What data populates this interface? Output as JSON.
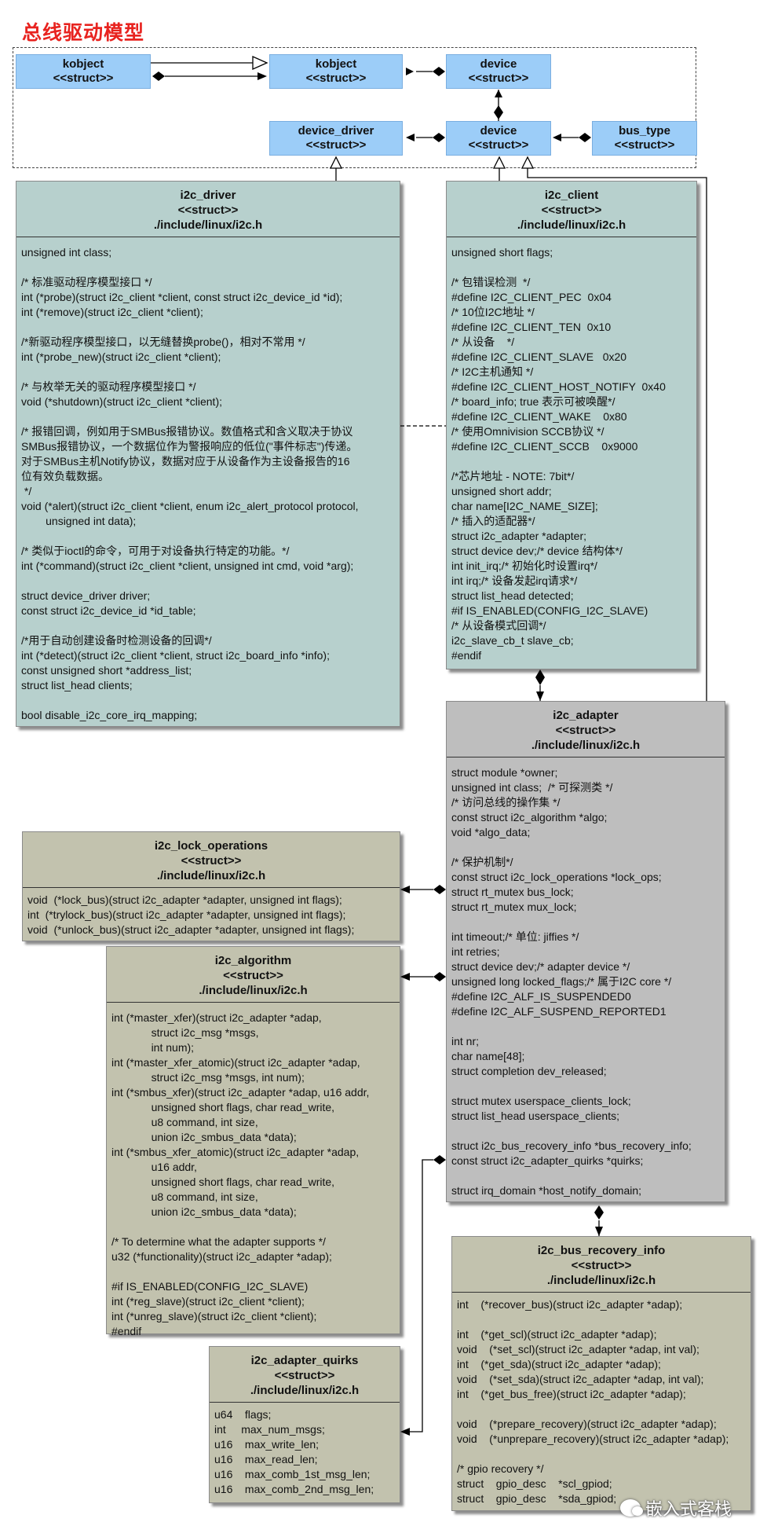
{
  "title": "总线驱动模型",
  "model_boxes": [
    {
      "name": "kobject",
      "stereo": "<<struct>>"
    },
    {
      "name": "kobject",
      "stereo": "<<struct>>"
    },
    {
      "name": "device",
      "stereo": "<<struct>>"
    },
    {
      "name": "device_driver",
      "stereo": "<<struct>>"
    },
    {
      "name": "device",
      "stereo": "<<struct>>"
    },
    {
      "name": "bus_type",
      "stereo": "<<struct>>"
    }
  ],
  "i2c_driver": {
    "name": "i2c_driver",
    "stereo": "<<struct>>",
    "path": "./include/linux/i2c.h",
    "lines": [
      "unsigned int class;",
      "",
      "/* 标准驱动程序模型接口 */",
      "int (*probe)(struct i2c_client *client, const struct i2c_device_id *id);",
      "int (*remove)(struct i2c_client *client);",
      "",
      "/*新驱动程序模型接口，以无缝替换probe()，相对不常用 */",
      "int (*probe_new)(struct i2c_client *client);",
      "",
      "/* 与枚举无关的驱动程序模型接口 */",
      "void (*shutdown)(struct i2c_client *client);",
      "",
      "/* 报错回调，例如用于SMBus报错协议。数值格式和含义取决于协议",
      "SMBus报错协议，一个数据位作为警报响应的低位(\"事件标志\")传递。",
      "对于SMBus主机Notify协议，数据对应于从设备作为主设备报告的16",
      "位有效负载数据。",
      " */",
      "void (*alert)(struct i2c_client *client, enum i2c_alert_protocol protocol,",
      "        unsigned int data);",
      "",
      "/* 类似于ioctl的命令，可用于对设备执行特定的功能。*/",
      "int (*command)(struct i2c_client *client, unsigned int cmd, void *arg);",
      "",
      "struct device_driver driver;",
      "const struct i2c_device_id *id_table;",
      "",
      "/*用于自动创建设备时检测设备的回调*/",
      "int (*detect)(struct i2c_client *client, struct i2c_board_info *info);",
      "const unsigned short *address_list;",
      "struct list_head clients;",
      "",
      "bool disable_i2c_core_irq_mapping;"
    ]
  },
  "i2c_client": {
    "name": "i2c_client",
    "stereo": "<<struct>>",
    "path": "./include/linux/i2c.h",
    "lines": [
      "unsigned short flags;",
      "",
      "/* 包错误检测  */",
      "#define I2C_CLIENT_PEC  0x04",
      "/* 10位I2C地址 */",
      "#define I2C_CLIENT_TEN  0x10",
      "/* 从设备    */",
      "#define I2C_CLIENT_SLAVE   0x20",
      "/* I2C主机通知 */",
      "#define I2C_CLIENT_HOST_NOTIFY  0x40",
      "/* board_info; true 表示可被唤醒*/",
      "#define I2C_CLIENT_WAKE    0x80",
      "/* 使用Omnivision SCCB协议 */",
      "#define I2C_CLIENT_SCCB    0x9000",
      "",
      "/*芯片地址 - NOTE: 7bit*/",
      "unsigned short addr;",
      "char name[I2C_NAME_SIZE];",
      "/* 插入的适配器*/",
      "struct i2c_adapter *adapter;",
      "struct device dev;/* device 结构体*/",
      "int init_irq;/* 初始化时设置irq*/",
      "int irq;/* 设备发起irq请求*/",
      "struct list_head detected;",
      "#if IS_ENABLED(CONFIG_I2C_SLAVE)",
      "/* 从设备模式回调*/",
      "i2c_slave_cb_t slave_cb;",
      "#endif"
    ]
  },
  "i2c_adapter": {
    "name": "i2c_adapter",
    "stereo": "<<struct>>",
    "path": "./include/linux/i2c.h",
    "lines": [
      "struct module *owner;",
      "unsigned int class;  /* 可探测类 */",
      "/* 访问总线的操作集 */",
      "const struct i2c_algorithm *algo;",
      "void *algo_data;",
      "",
      "/* 保护机制*/",
      "const struct i2c_lock_operations *lock_ops;",
      "struct rt_mutex bus_lock;",
      "struct rt_mutex mux_lock;",
      "",
      "int timeout;/* 单位: jiffies */",
      "int retries;",
      "struct device dev;/* adapter device */",
      "unsigned long locked_flags;/* 属于I2C core */",
      "#define I2C_ALF_IS_SUSPENDED0",
      "#define I2C_ALF_SUSPEND_REPORTED1",
      "",
      "int nr;",
      "char name[48];",
      "struct completion dev_released;",
      "",
      "struct mutex userspace_clients_lock;",
      "struct list_head userspace_clients;",
      "",
      "struct i2c_bus_recovery_info *bus_recovery_info;",
      "const struct i2c_adapter_quirks *quirks;",
      "",
      "struct irq_domain *host_notify_domain;"
    ]
  },
  "i2c_lock_operations": {
    "name": "i2c_lock_operations",
    "stereo": "<<struct>>",
    "path": "./include/linux/i2c.h",
    "lines": [
      "void  (*lock_bus)(struct i2c_adapter *adapter, unsigned int flags);",
      "int  (*trylock_bus)(struct i2c_adapter *adapter, unsigned int flags);",
      "void  (*unlock_bus)(struct i2c_adapter *adapter, unsigned int flags);"
    ]
  },
  "i2c_algorithm": {
    "name": "i2c_algorithm",
    "stereo": "<<struct>>",
    "path": "./include/linux/i2c.h",
    "lines": [
      "int (*master_xfer)(struct i2c_adapter *adap,",
      "             struct i2c_msg *msgs,",
      "             int num);",
      "int (*master_xfer_atomic)(struct i2c_adapter *adap,",
      "             struct i2c_msg *msgs, int num);",
      "int (*smbus_xfer)(struct i2c_adapter *adap, u16 addr,",
      "             unsigned short flags, char read_write,",
      "             u8 command, int size,",
      "             union i2c_smbus_data *data);",
      "int (*smbus_xfer_atomic)(struct i2c_adapter *adap,",
      "             u16 addr,",
      "             unsigned short flags, char read_write,",
      "             u8 command, int size,",
      "             union i2c_smbus_data *data);",
      "",
      "/* To determine what the adapter supports */",
      "u32 (*functionality)(struct i2c_adapter *adap);",
      "",
      "#if IS_ENABLED(CONFIG_I2C_SLAVE)",
      "int (*reg_slave)(struct i2c_client *client);",
      "int (*unreg_slave)(struct i2c_client *client);",
      "#endif"
    ]
  },
  "i2c_adapter_quirks": {
    "name": "i2c_adapter_quirks",
    "stereo": "<<struct>>",
    "path": "./include/linux/i2c.h",
    "lines": [
      "u64    flags;",
      "int     max_num_msgs;",
      "u16    max_write_len;",
      "u16    max_read_len;",
      "u16    max_comb_1st_msg_len;",
      "u16    max_comb_2nd_msg_len;"
    ]
  },
  "i2c_bus_recovery_info": {
    "name": "i2c_bus_recovery_info",
    "stereo": "<<struct>>",
    "path": "./include/linux/i2c.h",
    "lines": [
      "int    (*recover_bus)(struct i2c_adapter *adap);",
      "",
      "int    (*get_scl)(struct i2c_adapter *adap);",
      "void    (*set_scl)(struct i2c_adapter *adap, int val);",
      "int    (*get_sda)(struct i2c_adapter *adap);",
      "void    (*set_sda)(struct i2c_adapter *adap, int val);",
      "int    (*get_bus_free)(struct i2c_adapter *adap);",
      "",
      "void    (*prepare_recovery)(struct i2c_adapter *adap);",
      "void    (*unprepare_recovery)(struct i2c_adapter *adap);",
      "",
      "/* gpio recovery */",
      "struct    gpio_desc    *scl_gpiod;",
      "struct    gpio_desc    *sda_gpiod;"
    ]
  },
  "watermark": "嵌入式客栈"
}
